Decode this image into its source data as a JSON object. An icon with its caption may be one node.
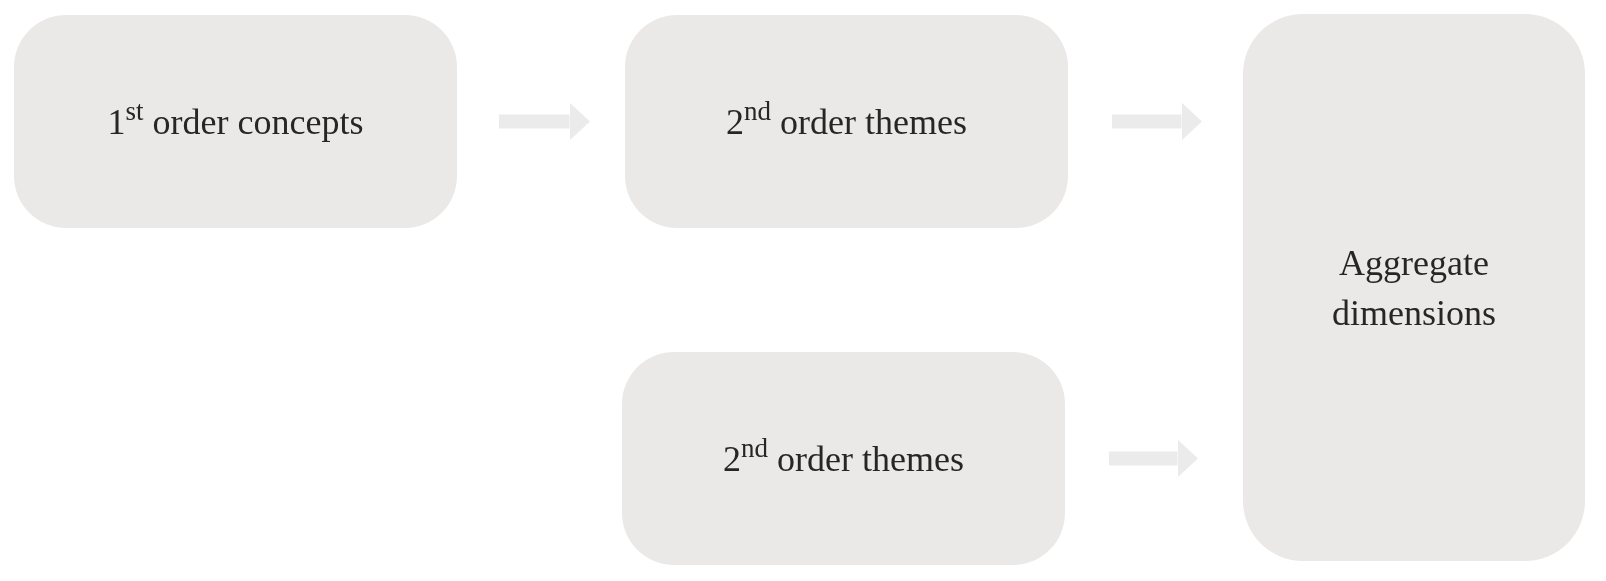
{
  "diagram": {
    "nodes": [
      {
        "text": [
          "1$^{st}$ order concepts"
        ]
      },
      {
        "text": [
          "2$^{nd}$ order themes"
        ]
      },
      {
        "text": [
          "2$^{nd}$ order themes"
        ]
      },
      {
        "text": [
          "Aggregate dimensions"
        ]
      }
    ],
    "edges": [
      {
        "from": 0,
        "to": 1,
        "arrow": "to"
      },
      {
        "from": 1,
        "to": 3,
        "arrow": "to"
      },
      {
        "from": 2,
        "to": 3,
        "arrow": "to"
      }
    ]
  }
}
